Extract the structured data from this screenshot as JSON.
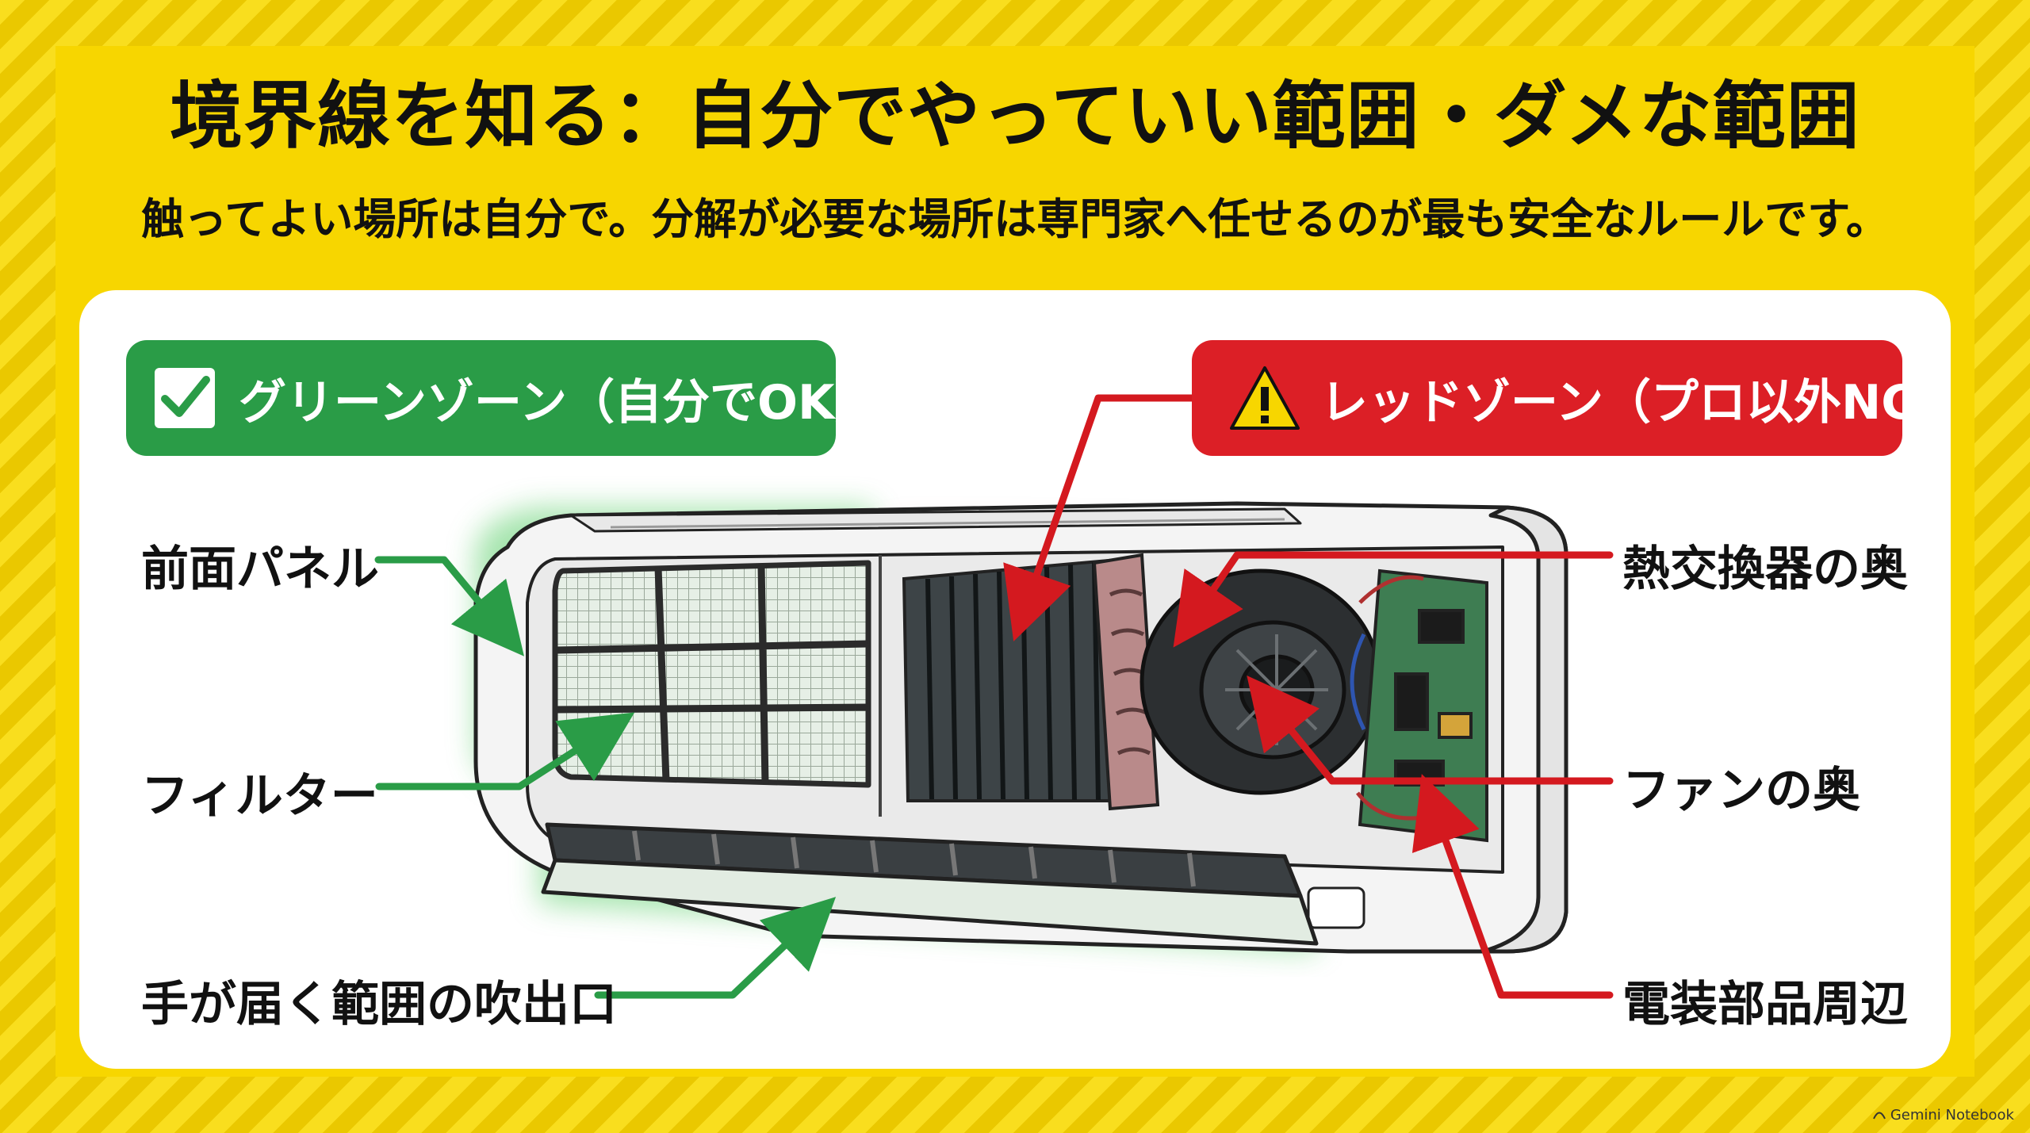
{
  "title": "境界線を知る：自分でやっていい範囲・ダメな範囲",
  "subtitle": "触ってよい場所は自分で。分解が必要な場所は専門家へ任せるのが最も安全なルールです。",
  "green_zone": {
    "label": "グリーンゾーン（自分でOK）",
    "color": "#2a9c47",
    "icon": "checkbox-icon",
    "items": [
      "前面パネル",
      "フィルター",
      "手が届く範囲の吹出口"
    ]
  },
  "red_zone": {
    "label": "レッドゾーン（プロ以外NG）",
    "color": "#dc1f26",
    "icon": "warning-icon",
    "items": [
      "熱交換器の奥",
      "ファンの奥",
      "電装部品周辺"
    ]
  },
  "watermark": "Gemini Notebook"
}
